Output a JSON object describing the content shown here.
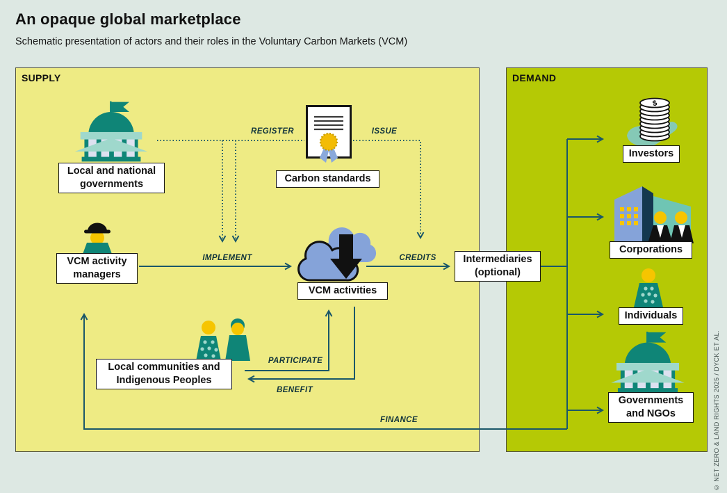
{
  "header": {
    "title": "An opaque global marketplace",
    "subtitle": "Schematic presentation of actors and their roles in the Voluntary Carbon Markets (VCM)"
  },
  "panels": {
    "supply_label": "SUPPLY",
    "demand_label": "DEMAND"
  },
  "supply": {
    "local_governments": "Local and national governments",
    "carbon_standards": "Carbon standards",
    "vcm_managers": "VCM activity managers",
    "vcm_activities": "VCM activities",
    "local_communities": "Local communities and Indigenous Peoples"
  },
  "intermediaries": "Intermediaries (optional)",
  "demand": {
    "investors": "Investors",
    "corporations": "Corporations",
    "individuals": "Individuals",
    "governments_ngos": "Governments and NGOs"
  },
  "flows": {
    "register": "REGISTER",
    "issue": "ISSUE",
    "implement": "IMPLEMENT",
    "credits": "CREDITS",
    "participate": "PARTICIPATE",
    "benefit": "BENEFIT",
    "finance": "FINANCE"
  },
  "icons": {
    "coin_symbol": "$"
  },
  "credit": "© NET ZERO & LAND RIGHTS 2025 / DYCK ET AL.",
  "colors": {
    "background": "#dde8e3",
    "supply_panel": "#eeeb84",
    "demand_panel": "#b5c905",
    "line": "#1a5769",
    "teal_dark": "#0f8577",
    "teal_light": "#9fd8cc",
    "lavender": "#dde1f0",
    "yellow": "#f6c500",
    "periwinkle": "#85a3d9",
    "navy": "#14384f",
    "mint": "#85c9b6",
    "black": "#111111"
  }
}
